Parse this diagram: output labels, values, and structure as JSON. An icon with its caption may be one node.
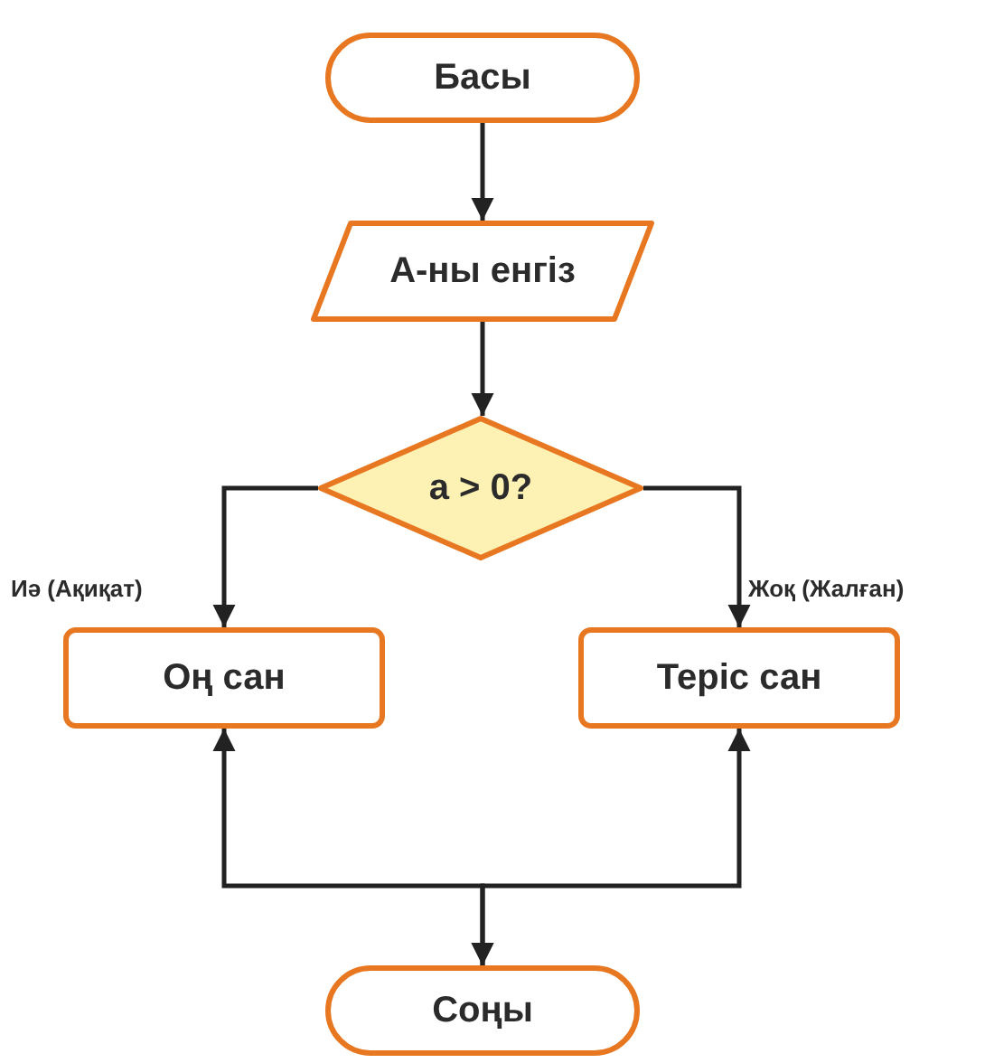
{
  "diagram": {
    "nodes": [
      {
        "text": [
          "Басы"
        ]
      },
      {
        "text": [
          "А-ны енгіз"
        ]
      },
      {
        "text": [
          "a > 0?"
        ]
      },
      {
        "text": [
          "Оң сан"
        ]
      },
      {
        "text": [
          "Теріс сан"
        ]
      },
      {
        "text": [
          "Соңы"
        ]
      }
    ],
    "edges": [
      {
        "from": 0,
        "to": 1,
        "arrow": "to"
      },
      {
        "from": 1,
        "to": 2,
        "arrow": "to"
      },
      {
        "from": 2,
        "to": 3,
        "arrow": "to",
        "label": "Иә (Ақиқат)"
      },
      {
        "from": 2,
        "to": 4,
        "arrow": "to",
        "label": "Жоқ (Жалған)"
      },
      {
        "from": 3,
        "to": 5,
        "arrow": "both"
      },
      {
        "from": 4,
        "to": 5,
        "arrow": "both"
      }
    ]
  }
}
